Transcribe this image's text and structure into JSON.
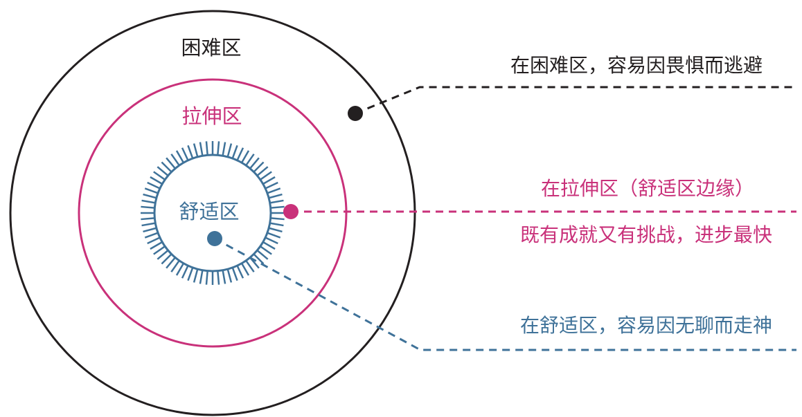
{
  "colors": {
    "hard": "#231f20",
    "stretch": "#c9317a",
    "comfort": "#3f7299",
    "background": "#ffffff"
  },
  "zones": {
    "hard": {
      "label": "困难区"
    },
    "stretch": {
      "label": "拉伸区"
    },
    "comfort": {
      "label": "舒适区"
    }
  },
  "notes": {
    "hard": "在困难区，容易因畏惧而逃避",
    "stretch_line1": "在拉伸区（舒适区边缘）",
    "stretch_line2": "既有成就又有挑战，进步最快",
    "comfort": "在舒适区，容易因无聊而走神"
  }
}
